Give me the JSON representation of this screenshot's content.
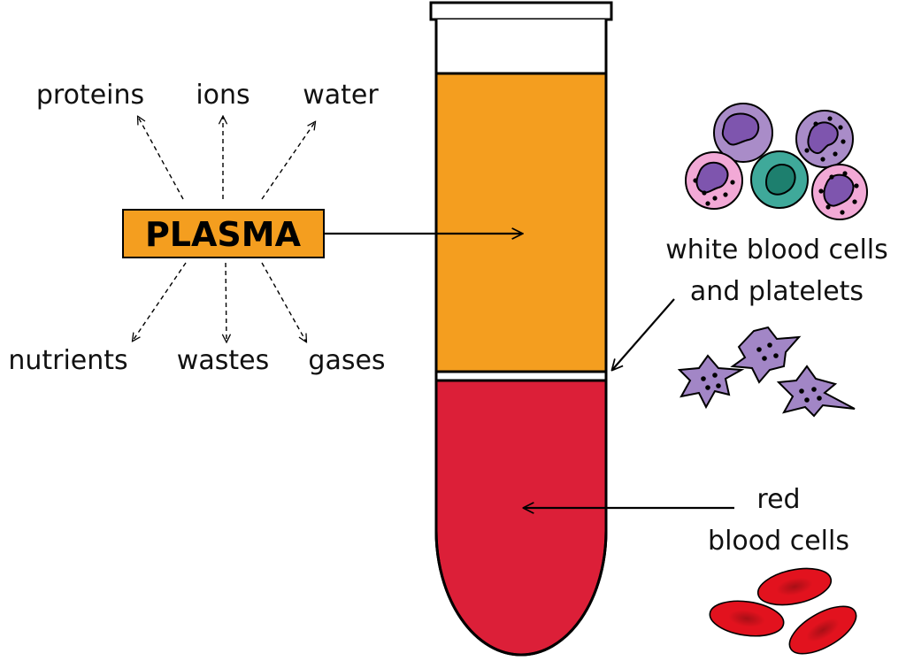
{
  "plasma": {
    "label": "PLASMA",
    "components": {
      "proteins": "proteins",
      "ions": "ions",
      "water": "water",
      "nutrients": "nutrients",
      "wastes": "wastes",
      "gases": "gases"
    }
  },
  "labels": {
    "wbc_line1": "white blood cells",
    "wbc_line2": "and platelets",
    "rbc_line1": "red",
    "rbc_line2": "blood cells"
  },
  "colors": {
    "plasma": "#F49E1F",
    "red_cells_layer": "#DC1F38",
    "outline": "#000000",
    "wbc_purple": "#A98CC8",
    "wbc_pink": "#F2A9D6",
    "wbc_teal": "#3FA99A",
    "nucleus_purple": "#7E55AE",
    "nucleus_teal": "#1D7F6E",
    "platelet": "#A286C6",
    "rbc": "#E2121E"
  }
}
